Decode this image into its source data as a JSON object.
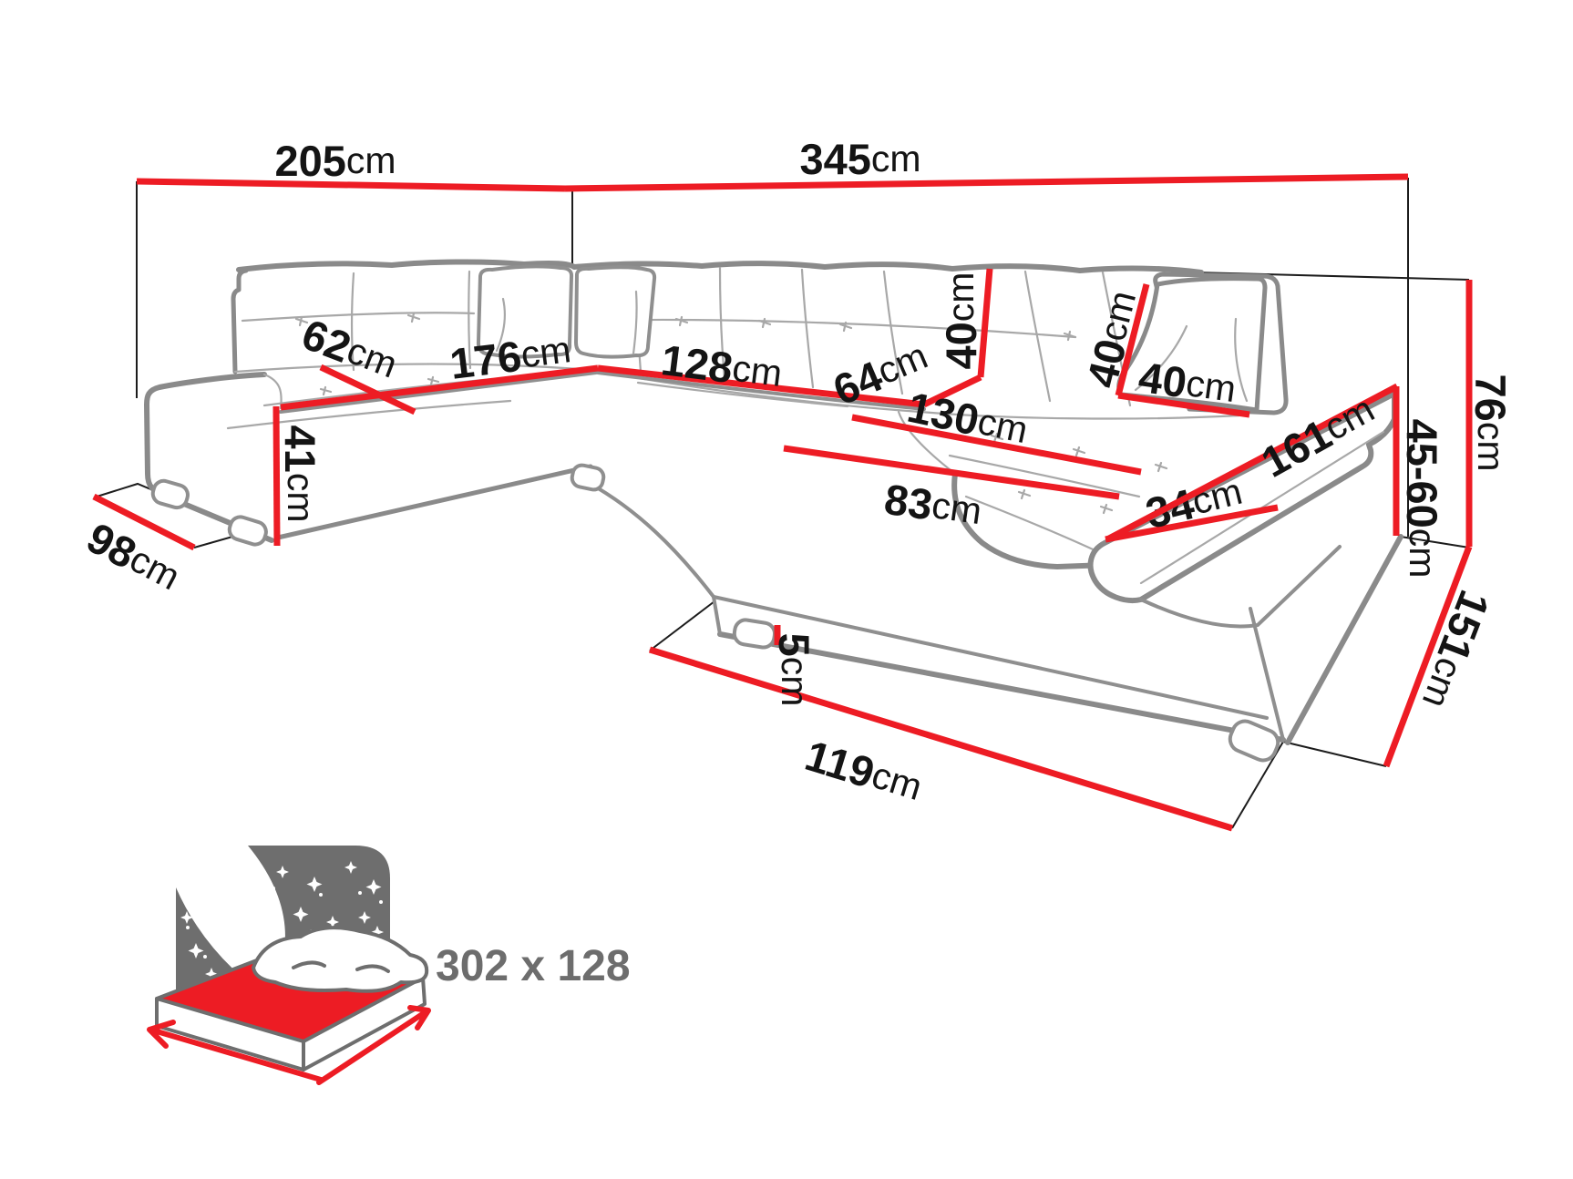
{
  "diagram": {
    "type": "furniture-dimension-diagram",
    "subject": "U-shaped corner sofa bed with measurements",
    "unit": "cm",
    "accent_color": "#ed1c24",
    "outline_color": "#8a8a8a",
    "dims": {
      "d205": {
        "value": "205",
        "unit": "cm"
      },
      "d345": {
        "value": "345",
        "unit": "cm"
      },
      "d62": {
        "value": "62",
        "unit": "cm"
      },
      "d176": {
        "value": "176",
        "unit": "cm"
      },
      "d128": {
        "value": "128",
        "unit": "cm"
      },
      "d64": {
        "value": "64",
        "unit": "cm"
      },
      "d40back": {
        "value": "40",
        "unit": "cm"
      },
      "d40side": {
        "value": "40",
        "unit": "cm"
      },
      "d40width": {
        "value": "40",
        "unit": "cm"
      },
      "d130": {
        "value": "130",
        "unit": "cm"
      },
      "d83": {
        "value": "83",
        "unit": "cm"
      },
      "d34": {
        "value": "34",
        "unit": "cm"
      },
      "d161": {
        "value": "161",
        "unit": "cm"
      },
      "d4560": {
        "value": "45-60",
        "unit": "cm"
      },
      "d76": {
        "value": "76",
        "unit": "cm"
      },
      "d151": {
        "value": "151",
        "unit": "cm"
      },
      "d119": {
        "value": "119",
        "unit": "cm"
      },
      "d5": {
        "value": "5",
        "unit": "cm"
      },
      "d98": {
        "value": "98",
        "unit": "cm"
      },
      "d41": {
        "value": "41",
        "unit": "cm"
      }
    },
    "sleeping_area": {
      "value": "302 x 128"
    }
  }
}
